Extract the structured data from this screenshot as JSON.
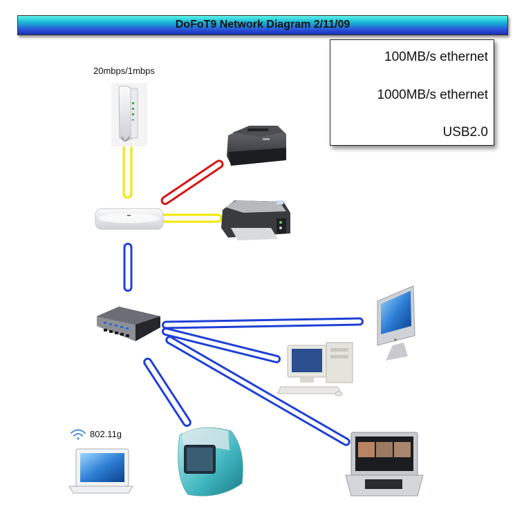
{
  "title": "DoFoT9 Network Diagram 2/11/09",
  "legend": [
    {
      "label": "100MB/s ethernet",
      "color": "#f2e600"
    },
    {
      "label": "1000MB/s ethernet",
      "color": "#1f3fd6"
    },
    {
      "label": "USB2.0",
      "color": "#d81212"
    }
  ],
  "labels": {
    "modem_speed": "20mbps/1mbps",
    "wifi": "802.11g"
  },
  "colors": {
    "ethernet_100": "#f2e600",
    "ethernet_1000": "#1f3fd6",
    "usb": "#d81212"
  }
}
